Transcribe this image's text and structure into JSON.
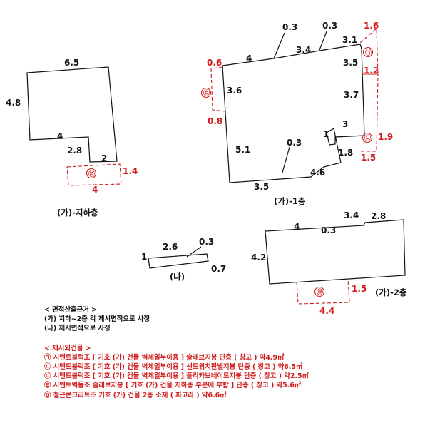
{
  "notes": {
    "basis_title": "< 면적산출근거 >",
    "basis_lines": [
      "(가) 지하~2층 각 제시면적으로 사정",
      "(나) 제시면적으로 사정"
    ],
    "outer_title": "< 제시외건물 >",
    "outer_lines": [
      "㉠ 시멘트블럭조 [ 기호 (가) 건물 벽체일부이용 ] 슬래브지붕 단층 ( 창고 ) 약4.9㎡",
      "㉡ 시멘트블럭조 [ 기호 (가) 건물 벽체일부이용 ] 샌드위치판넬지붕 단층 ( 창고 ) 약6.5㎡",
      "㉢ 시멘트블럭조 [ 기호 (가) 건물 벽체일부이용 ] 폴리카보네이트지붕 단층 ( 창고 ) 약2.5㎡",
      "㉣ 시멘트벽돌조 슬래브지붕 [ 기호 (가) 건물 지하층 부분에 부합 ] 단층 ( 창고 ) 약5.6㎡",
      "㉤ 철근콘크리트조 기호 (가) 건물 2층 소재 ( 파고라 ) 약6.6㎡"
    ]
  },
  "basement": {
    "caption": "(가)-지하층",
    "dims": [
      "6.5",
      "4.8",
      "4",
      "2.8",
      "2"
    ],
    "annex": {
      "marker": "㉣",
      "dims": [
        "1.4",
        "4"
      ]
    }
  },
  "floor1": {
    "caption": "(가)-1층",
    "dims": [
      "0.3",
      "0.3",
      "3.1",
      "4",
      "3.4",
      "3.5",
      "3.6",
      "3.7",
      "3",
      "1",
      "5.1",
      "0.3",
      "1.8",
      "4.6",
      "3.5"
    ],
    "annex_a": {
      "marker": "㉠",
      "dims": [
        "1.6",
        "1.2"
      ]
    },
    "annex_b": {
      "marker": "㉢",
      "dims": [
        "0.6",
        "0.8"
      ]
    },
    "annex_c": {
      "marker": "㉡",
      "dims": [
        "1.9",
        "1.5"
      ]
    }
  },
  "floor2": {
    "caption": "(가)-2층",
    "dims": [
      "3.4",
      "2.8",
      "4",
      "0.3",
      "4.2"
    ],
    "annex": {
      "marker": "㉤",
      "dims": [
        "1.5",
        "4.4"
      ]
    }
  },
  "na": {
    "caption": "(나)",
    "dims": [
      "2.6",
      "0.3",
      "1",
      "0.7"
    ]
  }
}
